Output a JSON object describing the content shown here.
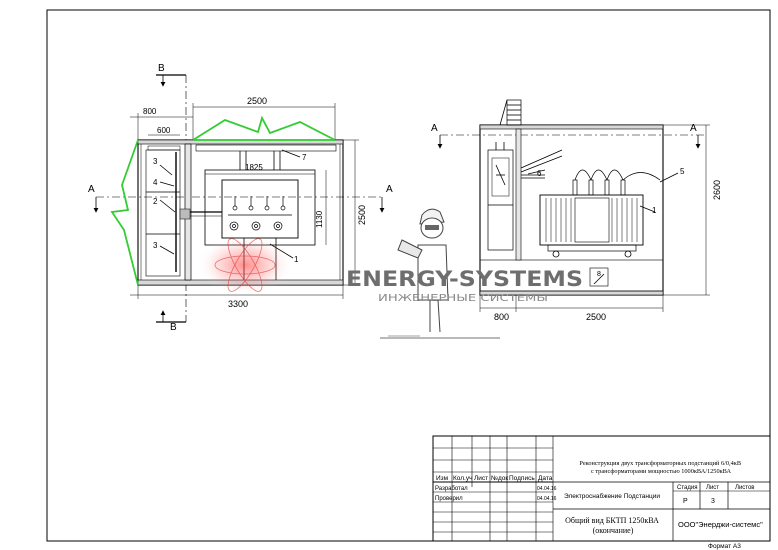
{
  "plan_view": {
    "section_marks": {
      "top": "В",
      "bottom": "В",
      "left": "А",
      "right": "А"
    },
    "dimensions": {
      "top_total": "2500",
      "top_left": "800",
      "inner_left": "600",
      "inner_span": "1825",
      "bottom_total": "3300",
      "right_height": "2500",
      "inner_height": "1130"
    },
    "callouts": [
      "3",
      "4",
      "2",
      "3",
      "7",
      "1"
    ]
  },
  "section_view": {
    "section_marks": {
      "left": "А",
      "right": "А"
    },
    "dimensions": {
      "bottom_left": "800",
      "bottom_right": "2500",
      "right_height": "2600"
    },
    "callouts": [
      "6",
      "5",
      "1",
      "8"
    ]
  },
  "watermark": {
    "brand": "ENERGY-SYSTEMS",
    "subtitle": "ИНЖЕНЕРНЫЕ СИСТЕМЫ"
  },
  "title_block": {
    "headers": [
      "Изм",
      "Кол.уч",
      "Лист",
      "№док",
      "Подпись",
      "Дата"
    ],
    "rows": [
      {
        "role": "Разработал",
        "date": "04.04.16"
      },
      {
        "role": "Проверил",
        "date": "04.04.16"
      }
    ],
    "project_title": "Реконструкция двух трансформаторных подстанций 6/0,4кВ с трансформаторами мощностью 1000кВА/1250кВА",
    "subject": "Электроснабжение Подстанции",
    "stage_headers": [
      "Стадия",
      "Лист",
      "Листов"
    ],
    "stage": "Р",
    "sheet": "3",
    "sheets_total": "",
    "drawing_name": "Общий вид БКТП 1250кВА (окончание)",
    "company": "ООО\"Энерджи-системс\"",
    "format": "Формат А3"
  },
  "colors": {
    "line": "#000000",
    "highlight": "#33cc33",
    "watermark_text": "#6e6e6e",
    "watermark_glow": "#e02020"
  }
}
